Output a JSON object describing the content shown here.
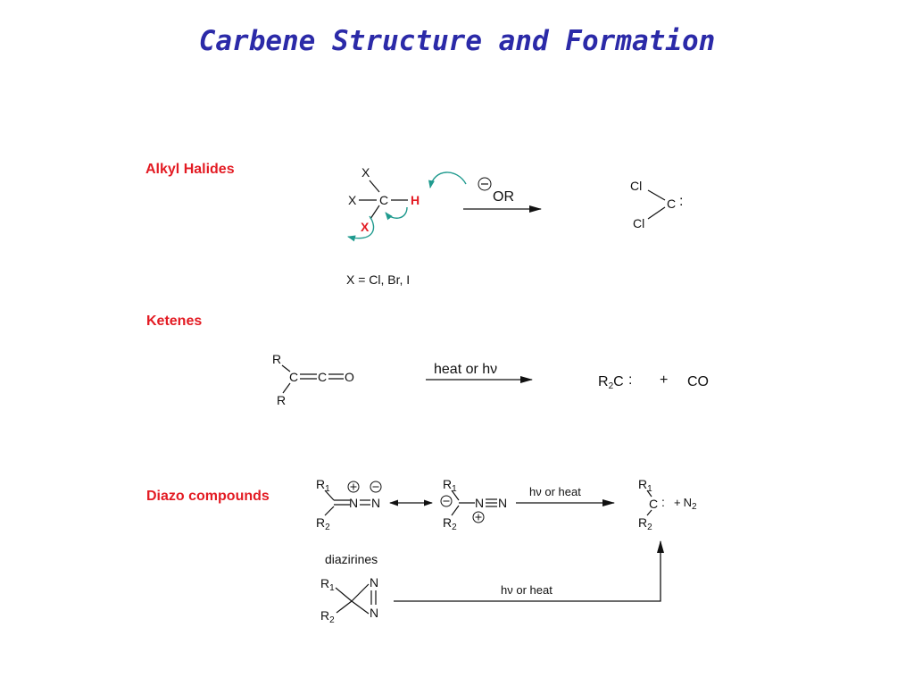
{
  "title": "Carbene Structure and Formation",
  "sections": {
    "alkyl_halides": {
      "label": "Alkyl Halides",
      "atoms": {
        "x": "X",
        "c": "C",
        "h": "H"
      },
      "base": "OR",
      "note": "X = Cl, Br, I",
      "product": {
        "cl": "Cl",
        "c": "C",
        "dots": ":"
      }
    },
    "ketenes": {
      "label": "Ketenes",
      "atoms": {
        "r": "R",
        "c": "C",
        "o": "O"
      },
      "condition": "heat or hν",
      "product": {
        "r": "R",
        "sub2": "2",
        "c": "C",
        "dots": ":"
      },
      "plus": "+",
      "byproduct": "CO"
    },
    "diazo": {
      "label": "Diazo compounds",
      "atoms": {
        "r": "R",
        "sub1": "1",
        "sub2": "2",
        "c": "C",
        "n": "N"
      },
      "condition_top": "hν or heat",
      "condition_bottom": "hν or heat",
      "diazirines_label": "diazirines",
      "plus": "+",
      "dots": ":"
    }
  },
  "colors": {
    "title": "#2b2aa8",
    "label": "#e31b23",
    "curved_arrow": "#1f9a8e"
  },
  "icons": [
    "plus-charge-icon",
    "minus-charge-icon",
    "curved-arrow-icon",
    "reaction-arrow-icon",
    "equilibrium-arrow-icon"
  ]
}
